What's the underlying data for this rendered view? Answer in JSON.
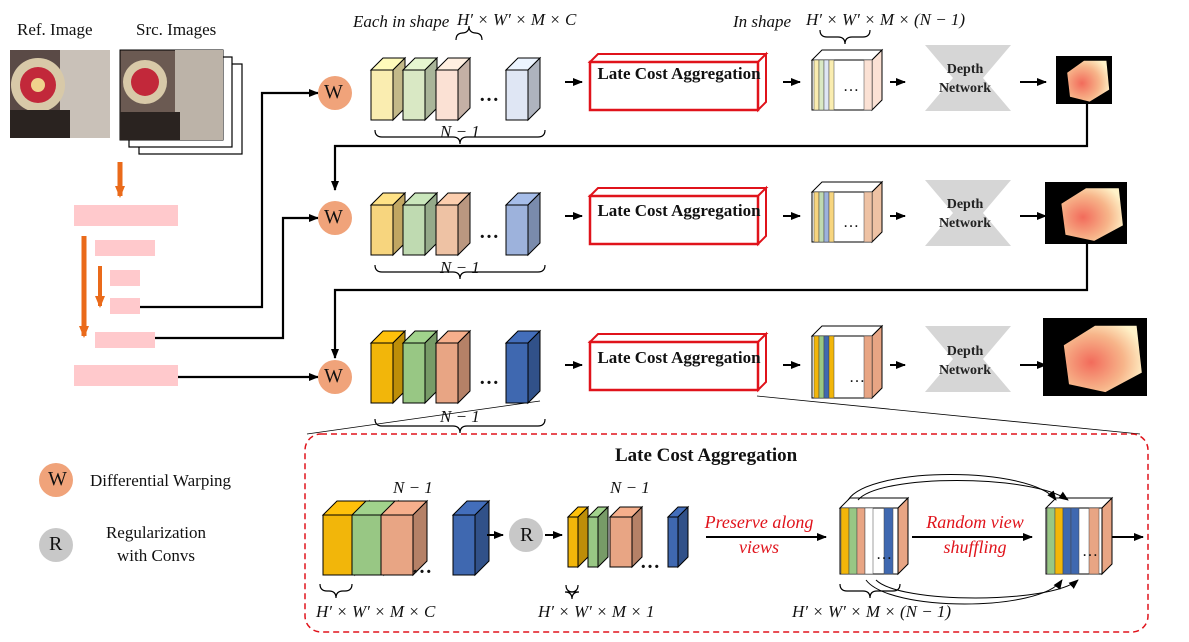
{
  "header": {
    "ref_image": "Ref. Image",
    "src_images": "Src. Images",
    "each_in_shape": "Each in shape",
    "each_in_shape_math": "H′ × W′ × M × C",
    "in_shape": "In shape",
    "in_shape_math": "H′ × W′ × M × (N − 1)"
  },
  "rows": [
    {
      "warp": "W",
      "n_label": "N − 1",
      "block": "Late Cost Aggregation",
      "depth": "Depth Network"
    },
    {
      "warp": "W",
      "n_label": "N − 1",
      "block": "Late Cost Aggregation",
      "depth": "Depth Network"
    },
    {
      "warp": "W",
      "n_label": "N − 1",
      "block": "Late Cost Aggregation",
      "depth": "Depth Network"
    }
  ],
  "detail": {
    "title": "Late Cost Aggregation",
    "n_label_1": "N − 1",
    "n_label_2": "N − 1",
    "reg": "R",
    "preserve": "Preserve along views",
    "shuffle": "Random view shuffling",
    "shape_1": "H′ × W′ × M × C",
    "shape_2": "H′ × W′ × M × 1",
    "shape_3": "H′ × W′ × M × (N − 1)"
  },
  "legend": {
    "warp_symbol": "W",
    "warp_label": "Differential Warping",
    "reg_symbol": "R",
    "reg_label": "Regularization with Convs"
  },
  "ellipsis": "…",
  "colors": {
    "accent_red": "#e0131b",
    "warp_orange": "#f0a37a",
    "reg_gray": "#c8c8c8",
    "feature_pink": "#ffc9cc",
    "arrow_orange": "#ea6a1a",
    "depth_gray": "#d6d6d6"
  }
}
